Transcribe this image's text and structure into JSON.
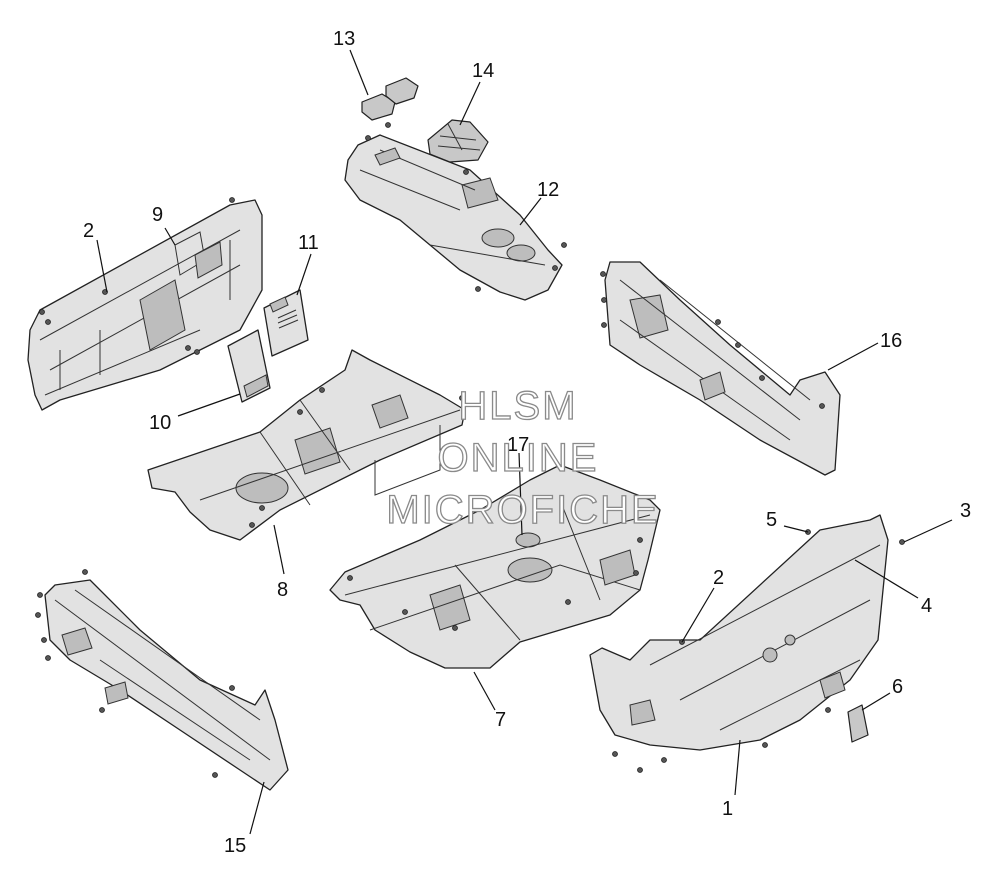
{
  "diagram": {
    "callouts": [
      "1",
      "2",
      "3",
      "4",
      "5",
      "6",
      "7",
      "8",
      "9",
      "10",
      "11",
      "12",
      "13",
      "14",
      "15",
      "16",
      "17",
      "2"
    ],
    "watermark": [
      "HLSM",
      "ONLINE",
      "MICROFICHE"
    ]
  }
}
